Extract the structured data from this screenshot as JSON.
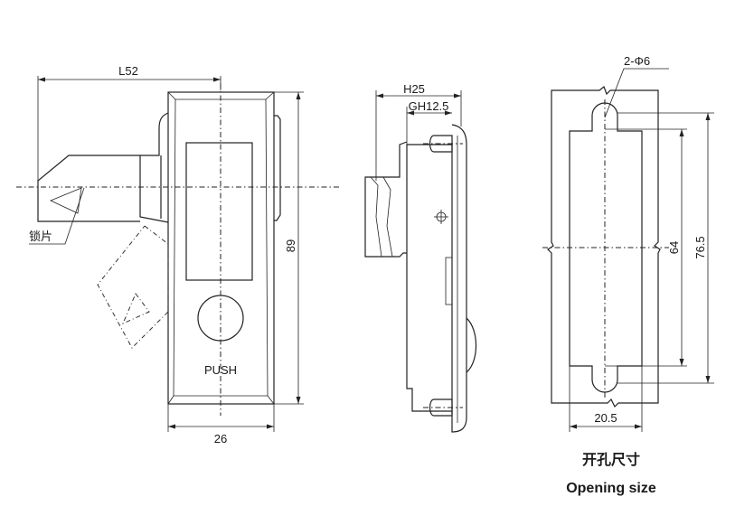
{
  "front_view": {
    "dim_length": "L52",
    "dim_height": "89",
    "dim_width": "26",
    "button_label": "PUSH",
    "lock_tongue_label": "锁片"
  },
  "side_view": {
    "dim_h": "H25",
    "dim_gh": "GH12.5"
  },
  "cutout_view": {
    "hole_label": "2-Φ6",
    "dim_inner_height": "64",
    "dim_outer_height": "76.5",
    "dim_width": "20.5",
    "caption_cn": "开孔尺寸",
    "caption_en": "Opening size"
  }
}
